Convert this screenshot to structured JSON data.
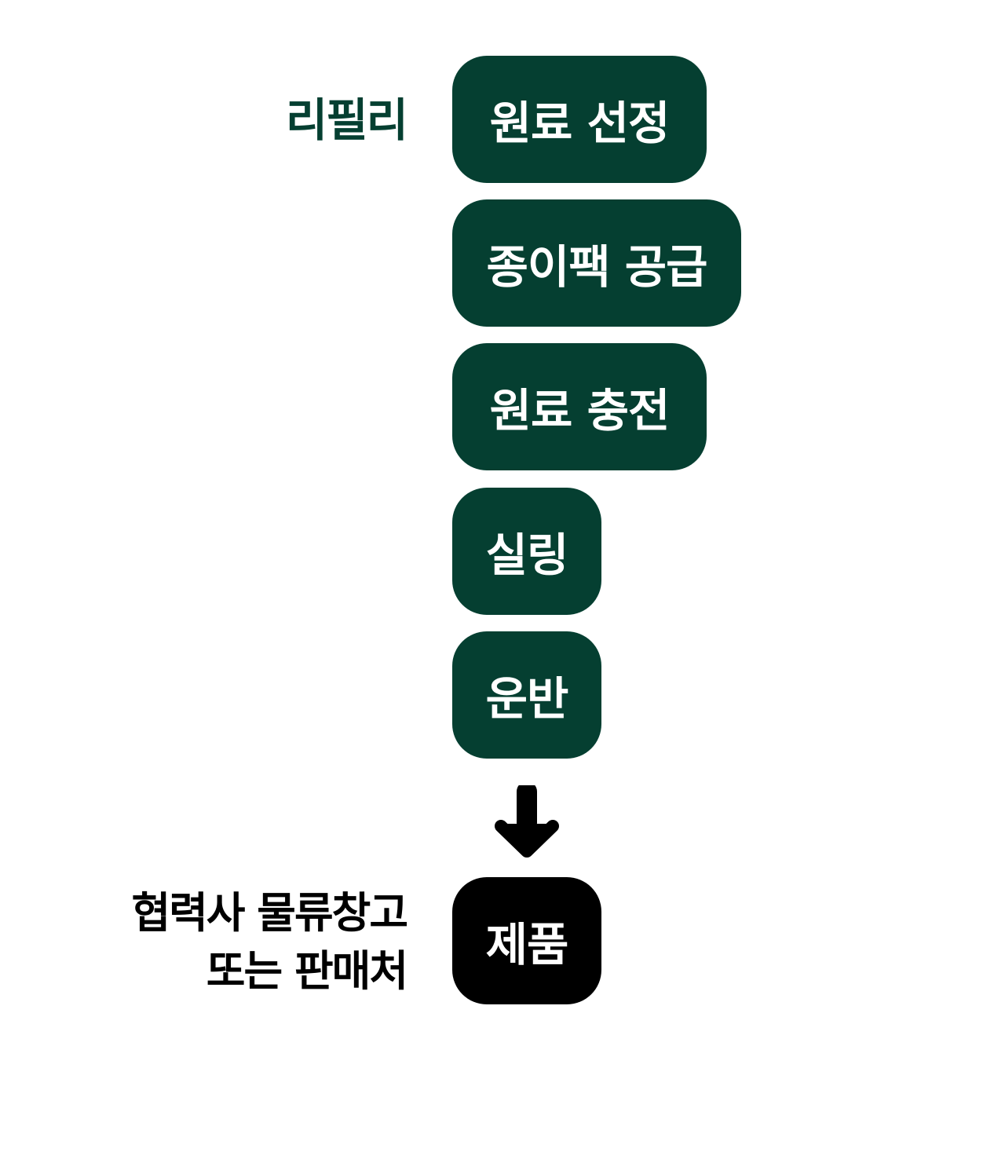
{
  "source_label": "리필리",
  "steps": [
    {
      "label": "원료 선정"
    },
    {
      "label": "종이팩 공급"
    },
    {
      "label": "원료 충전"
    },
    {
      "label": "실링"
    },
    {
      "label": "운반"
    }
  ],
  "product": {
    "label": "제품"
  },
  "destination_label": {
    "line1": "협력사 물류창고",
    "line2": "또는 판매처"
  },
  "colors": {
    "step_fill": "#053f31",
    "product_fill": "#000000",
    "step_text": "#ffffff",
    "source_label": "#053f31",
    "destination_label": "#000000",
    "arrow": "#000000"
  },
  "icons": {
    "arrow": "arrow-down-icon"
  }
}
